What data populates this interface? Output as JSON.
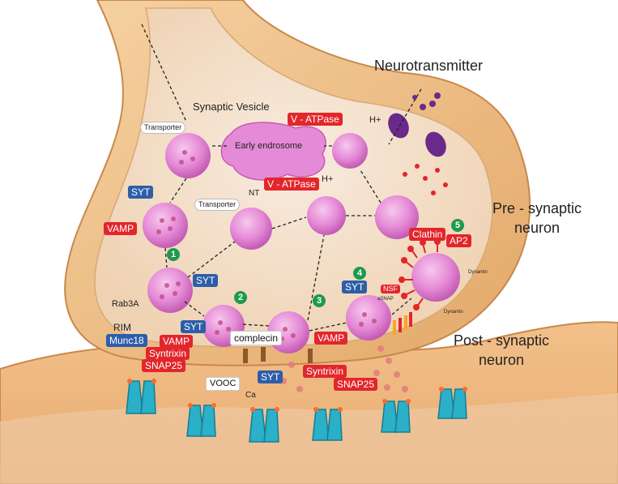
{
  "labels": {
    "neurotransmitter": "Neurotransmitter",
    "synaptic_vesicle": "Synaptic Vesicle",
    "transporter_top": "Transporter",
    "transporter_mid": "Transporter",
    "early_endosome": "Early endrosome",
    "v_atpase_top": "V - ATPase",
    "v_atpase_mid": "V - ATPase",
    "h_plus_top": "H+",
    "h_plus_mid": "H+",
    "nt": "NT",
    "pre_synaptic": "Pre - synaptic\nneuron",
    "post_synaptic": "Post - synaptic\nneuron",
    "syt_1": "SYT",
    "syt_2": "SYT",
    "syt_3": "SYT",
    "syt_4": "SYT",
    "syt_5": "SYT",
    "vamp_1": "VAMP",
    "vamp_2": "VAMP",
    "vamp_3": "VAMP",
    "rab3a": "Rab3A",
    "rim": "RIM",
    "munc18": "Munc18",
    "syntrixin_1": "Syntrixin",
    "syntrixin_2": "Syntrixin",
    "snap25_1": "SNAP25",
    "snap25_2": "SNAP25",
    "complecin": "complecin",
    "vooc": "VOOC",
    "ca": "Ca",
    "nsf": "NSF",
    "asnap": "aSNAP",
    "clathin": "Clathin",
    "ap2": "AP2",
    "dynamin_1": "Dynamin",
    "dynamin_2": "Dynamin"
  },
  "steps": [
    "1",
    "2",
    "3",
    "4",
    "5"
  ],
  "colors": {
    "neuron": "#f0c08a",
    "neuron_dark": "#c88a4c",
    "cytoplasm": "#f3e2cc",
    "vesicle": "#e58ad6",
    "vesicle_core": "#c24a86",
    "label_red": "#e2262b",
    "label_blue": "#2d5ea8",
    "step_green": "#1c9a4d",
    "receptor": "#2ab0c8",
    "receptor_purple": "#6a2a8a"
  }
}
